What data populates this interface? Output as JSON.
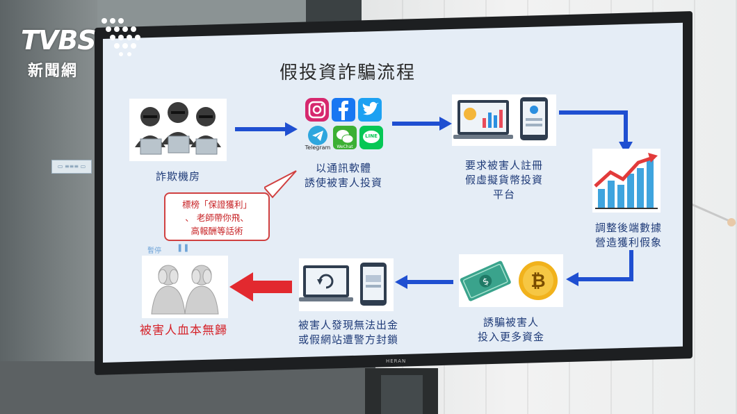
{
  "logo": {
    "brand": "TVBS",
    "subtitle": "新聞網"
  },
  "slide": {
    "title": "假投資詐騙流程",
    "steps": [
      {
        "label_lines": [
          "詐欺機房"
        ]
      },
      {
        "label_lines": [
          "以通訊軟體",
          "誘使被害人投資"
        ]
      },
      {
        "label_lines": [
          "要求被害人註冊",
          "假虛擬貨幣投資",
          "平台"
        ]
      },
      {
        "label_lines": [
          "調整後端數據",
          "營造獲利假象"
        ]
      },
      {
        "label_lines": [
          "誘騙被害人",
          "投入更多資金"
        ]
      },
      {
        "label_lines": [
          "被害人發現無法出金",
          "或假網站遭警方封鎖"
        ]
      },
      {
        "label_lines": [
          "被害人血本無歸"
        ]
      }
    ],
    "callout_lines": [
      "標榜「保證獲利」",
      "、 老師帶你飛、",
      "高報酬等話術"
    ],
    "app_labels": {
      "telegram": "Telegram",
      "wechat": "WeChat",
      "line": "LINE"
    }
  },
  "scene": {
    "door_sign": "▭ ≡≡≡ ▭",
    "monitor_brand": "HERAN",
    "pause_label": "暫停"
  },
  "colors": {
    "arrow_blue": "#1f4fd1",
    "arrow_red": "#e2292f",
    "label_blue": "#1f3b78",
    "screen_bg": "#e5edf6"
  }
}
